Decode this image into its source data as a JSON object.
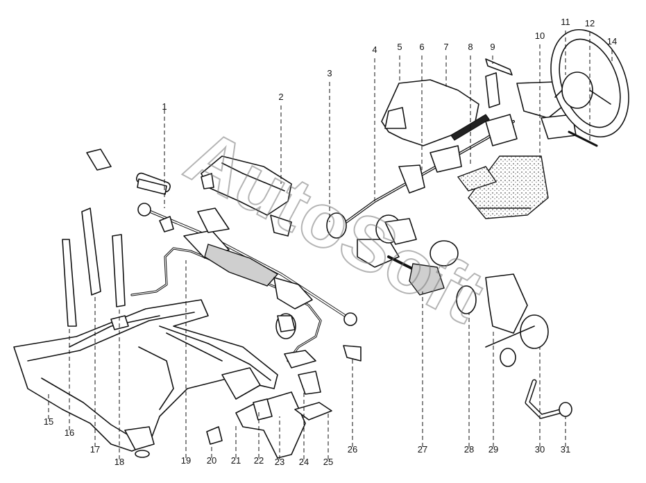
{
  "diagram": {
    "watermark": "AutoSoft",
    "callouts": [
      "1",
      "2",
      "3",
      "4",
      "5",
      "6",
      "7",
      "8",
      "9",
      "10",
      "11",
      "12",
      "14",
      "15",
      "16",
      "17",
      "18",
      "19",
      "20",
      "21",
      "22",
      "23",
      "24",
      "25",
      "26",
      "27",
      "28",
      "29",
      "30",
      "31"
    ]
  }
}
